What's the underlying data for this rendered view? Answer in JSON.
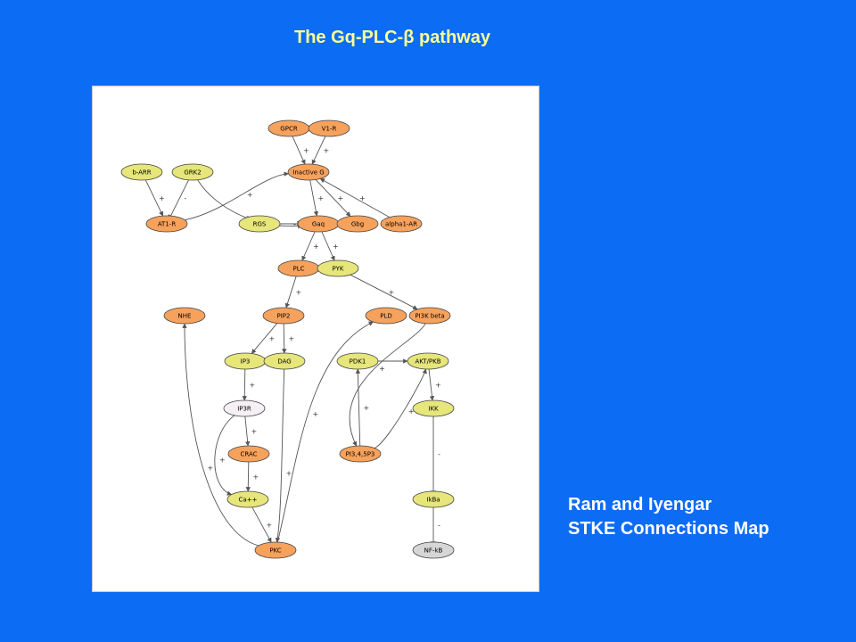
{
  "title": {
    "text": "The Gq-PLC-β pathway"
  },
  "caption": {
    "line1": "Ram and Iyengar",
    "line2": "STKE Connections Map"
  },
  "colors": {
    "background": "#0d6cf4",
    "title": "#ffff99",
    "caption": "#ffffff",
    "orange_node": "#f7a25c",
    "yellow_node": "#e6e67a",
    "white_node": "#f4f0f4",
    "gray_node": "#d6d6d6",
    "edge": "#555555"
  },
  "nodes": [
    {
      "id": "gpcr",
      "label": "GPCR",
      "color": "orange"
    },
    {
      "id": "v1r",
      "label": "V1-R",
      "color": "orange"
    },
    {
      "id": "barr",
      "label": "b-ARR",
      "color": "yellow"
    },
    {
      "id": "grk2",
      "label": "GRK2",
      "color": "yellow"
    },
    {
      "id": "inactg",
      "label": "Inactive G",
      "color": "orange"
    },
    {
      "id": "at1r",
      "label": "AT1-R",
      "color": "orange"
    },
    {
      "id": "rgs",
      "label": "RGS",
      "color": "yellow"
    },
    {
      "id": "gaq",
      "label": "Gaq",
      "color": "orange"
    },
    {
      "id": "gbg",
      "label": "Gbg",
      "color": "orange"
    },
    {
      "id": "alpha1ar",
      "label": "alpha1-AR",
      "color": "orange"
    },
    {
      "id": "plc",
      "label": "PLC",
      "color": "orange"
    },
    {
      "id": "pyk",
      "label": "PYK",
      "color": "yellow"
    },
    {
      "id": "nhe",
      "label": "NHE",
      "color": "orange"
    },
    {
      "id": "pip2",
      "label": "PIP2",
      "color": "orange"
    },
    {
      "id": "pld",
      "label": "PLD",
      "color": "orange"
    },
    {
      "id": "pi3k",
      "label": "PI3K beta",
      "color": "orange"
    },
    {
      "id": "ip3",
      "label": "IP3",
      "color": "yellow"
    },
    {
      "id": "dag",
      "label": "DAG",
      "color": "yellow"
    },
    {
      "id": "pdk1",
      "label": "PDK1",
      "color": "yellow"
    },
    {
      "id": "akt",
      "label": "AKT/PKB",
      "color": "yellow"
    },
    {
      "id": "ip3r",
      "label": "IP3R",
      "color": "white"
    },
    {
      "id": "ikk",
      "label": "IKK",
      "color": "yellow"
    },
    {
      "id": "crac",
      "label": "CRAC",
      "color": "orange"
    },
    {
      "id": "pi345",
      "label": "PI3,4,5P3",
      "color": "orange"
    },
    {
      "id": "ca",
      "label": "Ca++",
      "color": "yellow"
    },
    {
      "id": "ikba",
      "label": "IkBa",
      "color": "yellow"
    },
    {
      "id": "pkc",
      "label": "PKC",
      "color": "orange"
    },
    {
      "id": "nfkb",
      "label": "NF-kB",
      "color": "gray"
    }
  ],
  "edges": [
    {
      "from": "gpcr",
      "to": "inactg",
      "sign": "+"
    },
    {
      "from": "v1r",
      "to": "inactg",
      "sign": "+"
    },
    {
      "from": "barr",
      "to": "at1r",
      "sign": "+"
    },
    {
      "from": "grk2",
      "to": "at1r",
      "sign": "-"
    },
    {
      "from": "grk2",
      "to": "gaq",
      "sign": "-"
    },
    {
      "from": "at1r",
      "to": "inactg",
      "sign": "+"
    },
    {
      "from": "inactg",
      "to": "gaq",
      "sign": "+"
    },
    {
      "from": "rgs",
      "to": "gaq",
      "sign": "-"
    },
    {
      "from": "inactg",
      "to": "gbg",
      "sign": "+"
    },
    {
      "from": "alpha1ar",
      "to": "inactg",
      "sign": "+"
    },
    {
      "from": "gaq",
      "to": "plc",
      "sign": "+"
    },
    {
      "from": "gaq",
      "to": "pyk",
      "sign": "+"
    },
    {
      "from": "plc",
      "to": "pip2",
      "sign": "+"
    },
    {
      "from": "pyk",
      "to": "pi3k",
      "sign": "+"
    },
    {
      "from": "pip2",
      "to": "ip3",
      "sign": "+"
    },
    {
      "from": "pip2",
      "to": "dag",
      "sign": "+"
    },
    {
      "from": "pi3k",
      "to": "pi345",
      "sign": "+"
    },
    {
      "from": "pdk1",
      "to": "akt",
      "sign": ""
    },
    {
      "from": "pi345",
      "to": "pdk1",
      "sign": "+"
    },
    {
      "from": "pi345",
      "to": "akt",
      "sign": "+"
    },
    {
      "from": "akt",
      "to": "ikk",
      "sign": "+"
    },
    {
      "from": "ip3",
      "to": "ip3r",
      "sign": "+"
    },
    {
      "from": "ip3r",
      "to": "crac",
      "sign": "+"
    },
    {
      "from": "ip3r",
      "to": "ca",
      "sign": "+"
    },
    {
      "from": "crac",
      "to": "ca",
      "sign": "+"
    },
    {
      "from": "ca",
      "to": "pkc",
      "sign": "+"
    },
    {
      "from": "dag",
      "to": "pkc",
      "sign": "+"
    },
    {
      "from": "pkc",
      "to": "nhe",
      "sign": "+"
    },
    {
      "from": "pkc",
      "to": "pld",
      "sign": "+"
    },
    {
      "from": "ikk",
      "to": "ikba",
      "sign": "-"
    },
    {
      "from": "ikba",
      "to": "nfkb",
      "sign": "-"
    }
  ]
}
